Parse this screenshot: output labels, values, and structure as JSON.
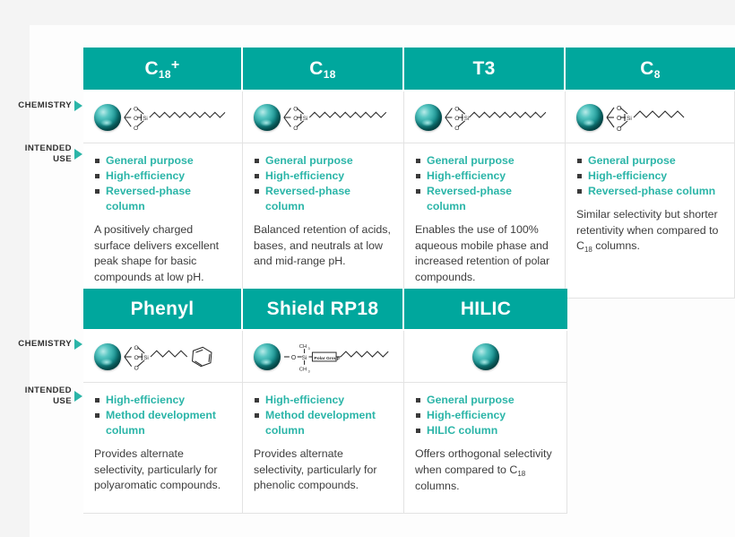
{
  "page": {
    "background_color": "#f4f4f4",
    "sheet_color": "#fdfdfd",
    "accent_color": "#00a79d",
    "bullet_text_color": "#2bb5a8",
    "body_text_color": "#3d3d3d"
  },
  "row_labels": {
    "chemistry": "CHEMISTRY",
    "intended_use_line1": "INTENDED",
    "intended_use_line2": "USE"
  },
  "molecule_labels": {
    "silicon": "Si",
    "oxygen": "O",
    "methyl": "CH",
    "methyl_sub": "3",
    "polar_group": "Polar Group"
  },
  "tables": [
    {
      "name": "reversed-phase-columns",
      "columns": [
        {
          "header": "C",
          "header_sub": "18",
          "header_sup": "+",
          "chemistry_icon": "silica-bead-c18-chain",
          "bullets": [
            "General purpose",
            "High-efficiency",
            "Reversed-phase column"
          ],
          "description": "A positively charged surface delivers excellent peak shape for basic compounds at low pH."
        },
        {
          "header": "C",
          "header_sub": "18",
          "header_sup": "",
          "chemistry_icon": "silica-bead-c18-chain",
          "bullets": [
            "General purpose",
            "High-efficiency",
            "Reversed-phase column"
          ],
          "description": "Balanced retention of acids, bases, and neutrals at low and mid-range pH."
        },
        {
          "header": "T3",
          "header_sub": "",
          "header_sup": "",
          "chemistry_icon": "silica-bead-t3-chain",
          "bullets": [
            "General purpose",
            "High-efficiency",
            "Reversed-phase column"
          ],
          "description": "Enables the use of 100% aqueous mobile phase and increased retention of polar compounds."
        },
        {
          "header": "C",
          "header_sub": "8",
          "header_sup": "",
          "chemistry_icon": "silica-bead-c8-chain",
          "bullets": [
            "General purpose",
            "High-efficiency",
            "Reversed-phase column"
          ],
          "description_pre": "Similar selectivity but shorter retentivity when compared to C",
          "description_sub": "18",
          "description_post": " columns."
        }
      ]
    },
    {
      "name": "alternate-selectivity-columns",
      "columns": [
        {
          "header": "Phenyl",
          "chemistry_icon": "silica-bead-phenyl-chain",
          "bullets": [
            "High-efficiency",
            "Method development column"
          ],
          "description": "Provides alternate selectivity, particularly for polyaromatic compounds."
        },
        {
          "header": "Shield RP18",
          "chemistry_icon": "silica-bead-polar-embedded-chain",
          "bullets": [
            "High-efficiency",
            "Method development column"
          ],
          "description": "Provides alternate selectivity, particularly for phenolic compounds."
        },
        {
          "header": "HILIC",
          "chemistry_icon": "silica-bead-bare",
          "bullets": [
            "General purpose",
            "High-efficiency",
            "HILIC column"
          ],
          "description_pre": "Offers orthogonal selectivity when compared to C",
          "description_sub": "18",
          "description_post": " columns."
        }
      ]
    }
  ]
}
